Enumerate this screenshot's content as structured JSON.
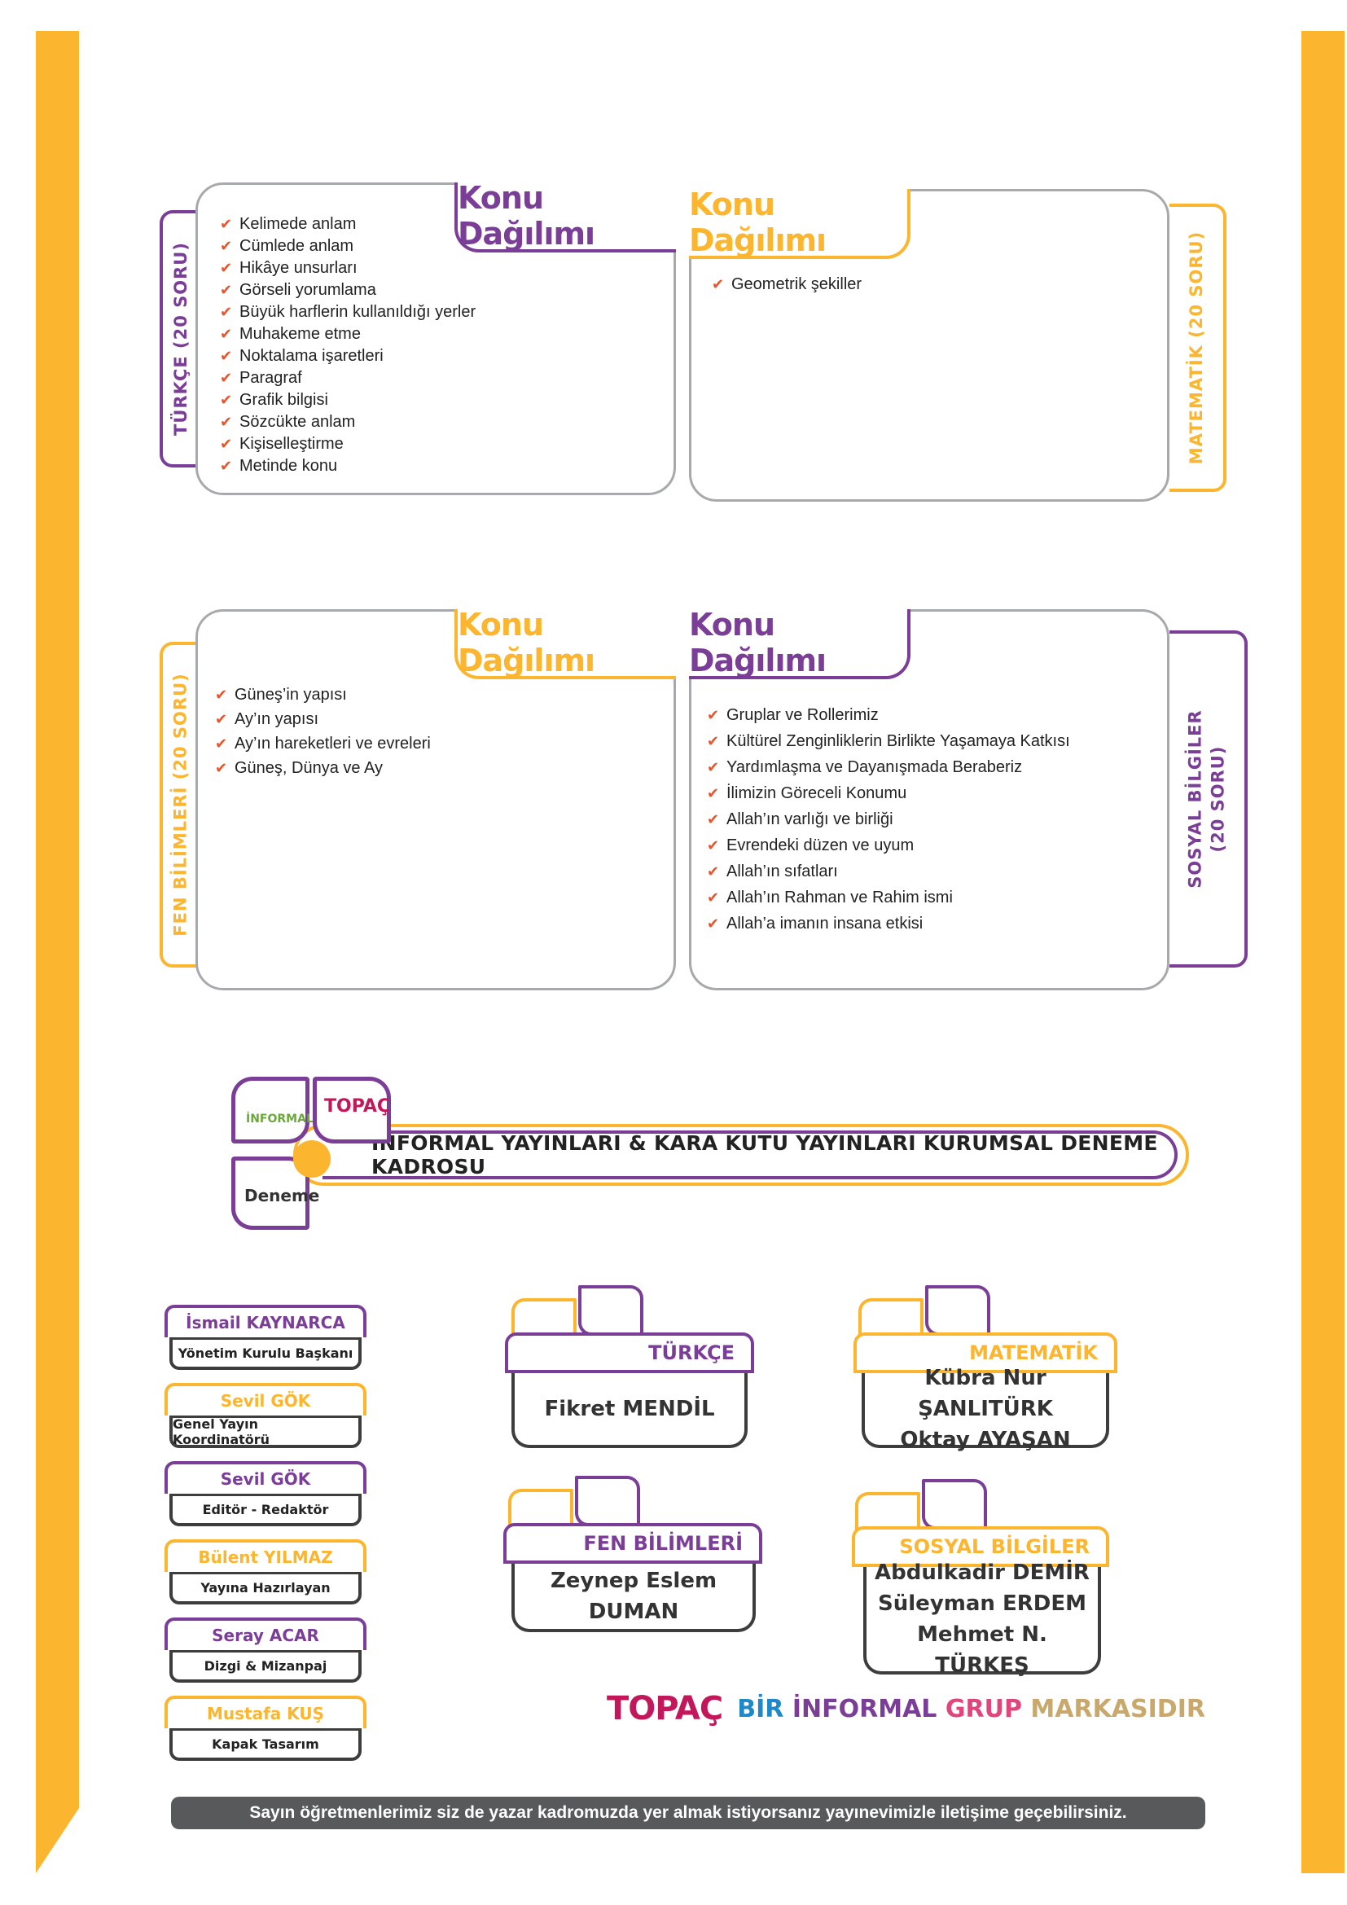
{
  "colors": {
    "purple": "#7a3e97",
    "yellow": "#fbb52e",
    "gray": "#a7a9ac",
    "check": "#e8552d",
    "footer": "#58595b"
  },
  "check_icon": "✔",
  "sections": {
    "turkce": {
      "label": "TÜRKÇE (20 SORU)",
      "header": "Konu Dağılımı",
      "topics": [
        "Kelimede anlam",
        "Cümlede anlam",
        "Hikâye unsurları",
        "Görseli yorumlama",
        "Büyük harflerin kullanıldığı yerler",
        "Muhakeme etme",
        "Noktalama işaretleri",
        "Paragraf",
        "Grafik bilgisi",
        "Sözcükte anlam",
        "Kişiselleştirme",
        "Metinde konu"
      ]
    },
    "matematik": {
      "label": "MATEMATİK (20 SORU)",
      "header": "Konu Dağılımı",
      "topics": [
        "Geometrik şekiller"
      ]
    },
    "fen": {
      "label": "FEN BİLİMLERİ (20 SORU)",
      "header": "Konu Dağılımı",
      "topics": [
        "Güneş’in yapısı",
        "Ay’ın yapısı",
        "Ay’ın hareketleri ve evreleri",
        "Güneş, Dünya ve Ay"
      ]
    },
    "sosyal": {
      "label_line1": "SOSYAL BİLGİLER",
      "label_line2": "(20 SORU)",
      "header": "Konu Dağılımı",
      "topics": [
        "Gruplar ve Rollerimiz",
        "Kültürel Zenginliklerin Birlikte Yaşamaya Katkısı",
        "Yardımlaşma ve Dayanışmada Beraberiz",
        "İlimizin Göreceli Konumu",
        "Allah’ın varlığı ve birliği",
        "Evrendeki düzen ve uyum",
        "Allah’ın sıfatları",
        "Allah’ın Rahman ve Rahim ismi",
        "Allah’a imanın insana etkisi"
      ]
    }
  },
  "banner": {
    "title": "İNFORMAL YAYINLARI & KARA KUTU YAYINLARI KURUMSAL DENEME KADROSU",
    "petal_label": "Deneme",
    "logo_informal": "İNFORMAL",
    "logo_topac": "TOPAÇ"
  },
  "staff": [
    {
      "name": "İsmail KAYNARCA",
      "role": "Yönetim Kurulu Başkanı"
    },
    {
      "name": "Sevil GÖK",
      "role": "Genel Yayın Koordinatörü"
    },
    {
      "name": "Sevil GÖK",
      "role": "Editör - Redaktör"
    },
    {
      "name": "Bülent YILMAZ",
      "role": "Yayına Hazırlayan"
    },
    {
      "name": "Seray ACAR",
      "role": "Dizgi & Mizanpaj"
    },
    {
      "name": "Mustafa KUŞ",
      "role": "Kapak Tasarım"
    }
  ],
  "teams": {
    "turkce": {
      "title": "TÜRKÇE",
      "members": [
        "Fikret MENDİL"
      ]
    },
    "matematik": {
      "title": "MATEMATİK",
      "members": [
        "Kübra Nur ŞANLITÜRK",
        "Oktay AYAŞAN"
      ]
    },
    "fen": {
      "title": "FEN BİLİMLERİ",
      "members": [
        "Zeynep Eslem DUMAN"
      ]
    },
    "sosyal": {
      "title": "SOSYAL BİLGİLER",
      "members": [
        "Abdulkadir DEMİR",
        "Süleyman ERDEM",
        "Mehmet N. TÜRKEŞ"
      ]
    }
  },
  "brand": {
    "logo": "TOPAÇ",
    "slogan_part1": "BİR",
    "slogan_part2": "İNFORMAL",
    "slogan_part3": "GRUP",
    "slogan_part4": "MARKASIDIR"
  },
  "footer": "Sayın öğretmenlerimiz siz de yazar kadromuzda yer almak istiyorsanız yayınevimizle iletişime geçebilirsiniz."
}
